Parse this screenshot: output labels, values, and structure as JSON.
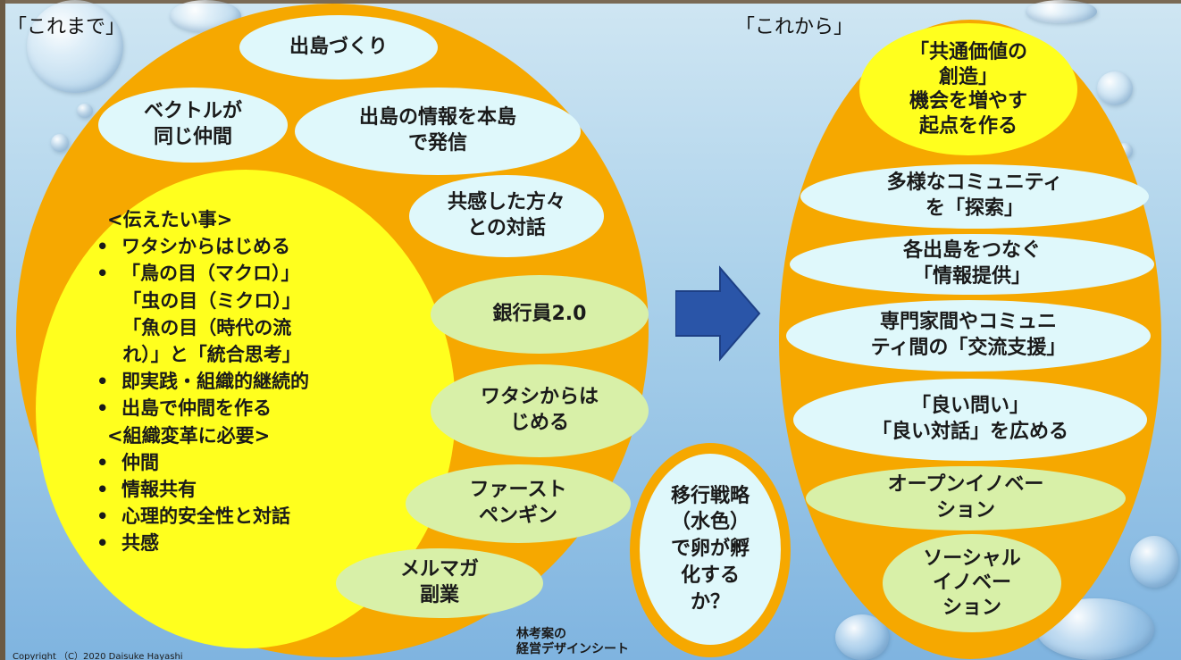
{
  "header": {
    "left_title": "「これまで」",
    "right_title": "「これから」"
  },
  "left": {
    "bubbles": [
      "出島づくり",
      "ベクトルが\n同じ仲間",
      "出島の情報を本島\nで発信",
      "共感した方々\nとの対話",
      "銀行員2.0",
      "ワタシからは\nじめる",
      "ファースト\nペンギン",
      "メルマガ\n副業"
    ],
    "list": [
      "<伝えたい事>",
      "•  ワタシからはじめる",
      "•  「鳥の目（マクロ）」",
      "    「虫の目（ミクロ）」",
      "    「魚の目（時代の流",
      "    れ）」と「統合思考」",
      "•  即実践・組織的継続的",
      "•  出島で仲間を作る",
      "<組織変革に必要>",
      "•  仲間",
      "•  情報共有",
      "•  心理的安全性と対話",
      "•  共感"
    ]
  },
  "middle": {
    "transition": "移行戦略\n（水色）\nで卵が孵\n化する\nか？"
  },
  "right": {
    "items": [
      "「共通価値の\n創造」\n機会を増やす\n起点を作る",
      "多様なコミュニティ\nを「探索」",
      "各出島をつなぐ\n「情報提供」",
      "専門家間やコミュニ\nティ間の「交流支援」",
      "「良い問い」\n「良い対話」を広める",
      "オープンイノベー\nション",
      "ソーシャル\nイノベー\nション"
    ]
  },
  "footer": {
    "copyright": "Copyright （C）2020  Daisuke  Hayashi",
    "credit": "林考案の\n経営デザインシート"
  },
  "colors": {
    "orange": "#f6a800",
    "yellow": "#ffff1e",
    "cyan": "#dff8fb",
    "green": "#d8f0a8",
    "arrow": "#2a55a8"
  }
}
